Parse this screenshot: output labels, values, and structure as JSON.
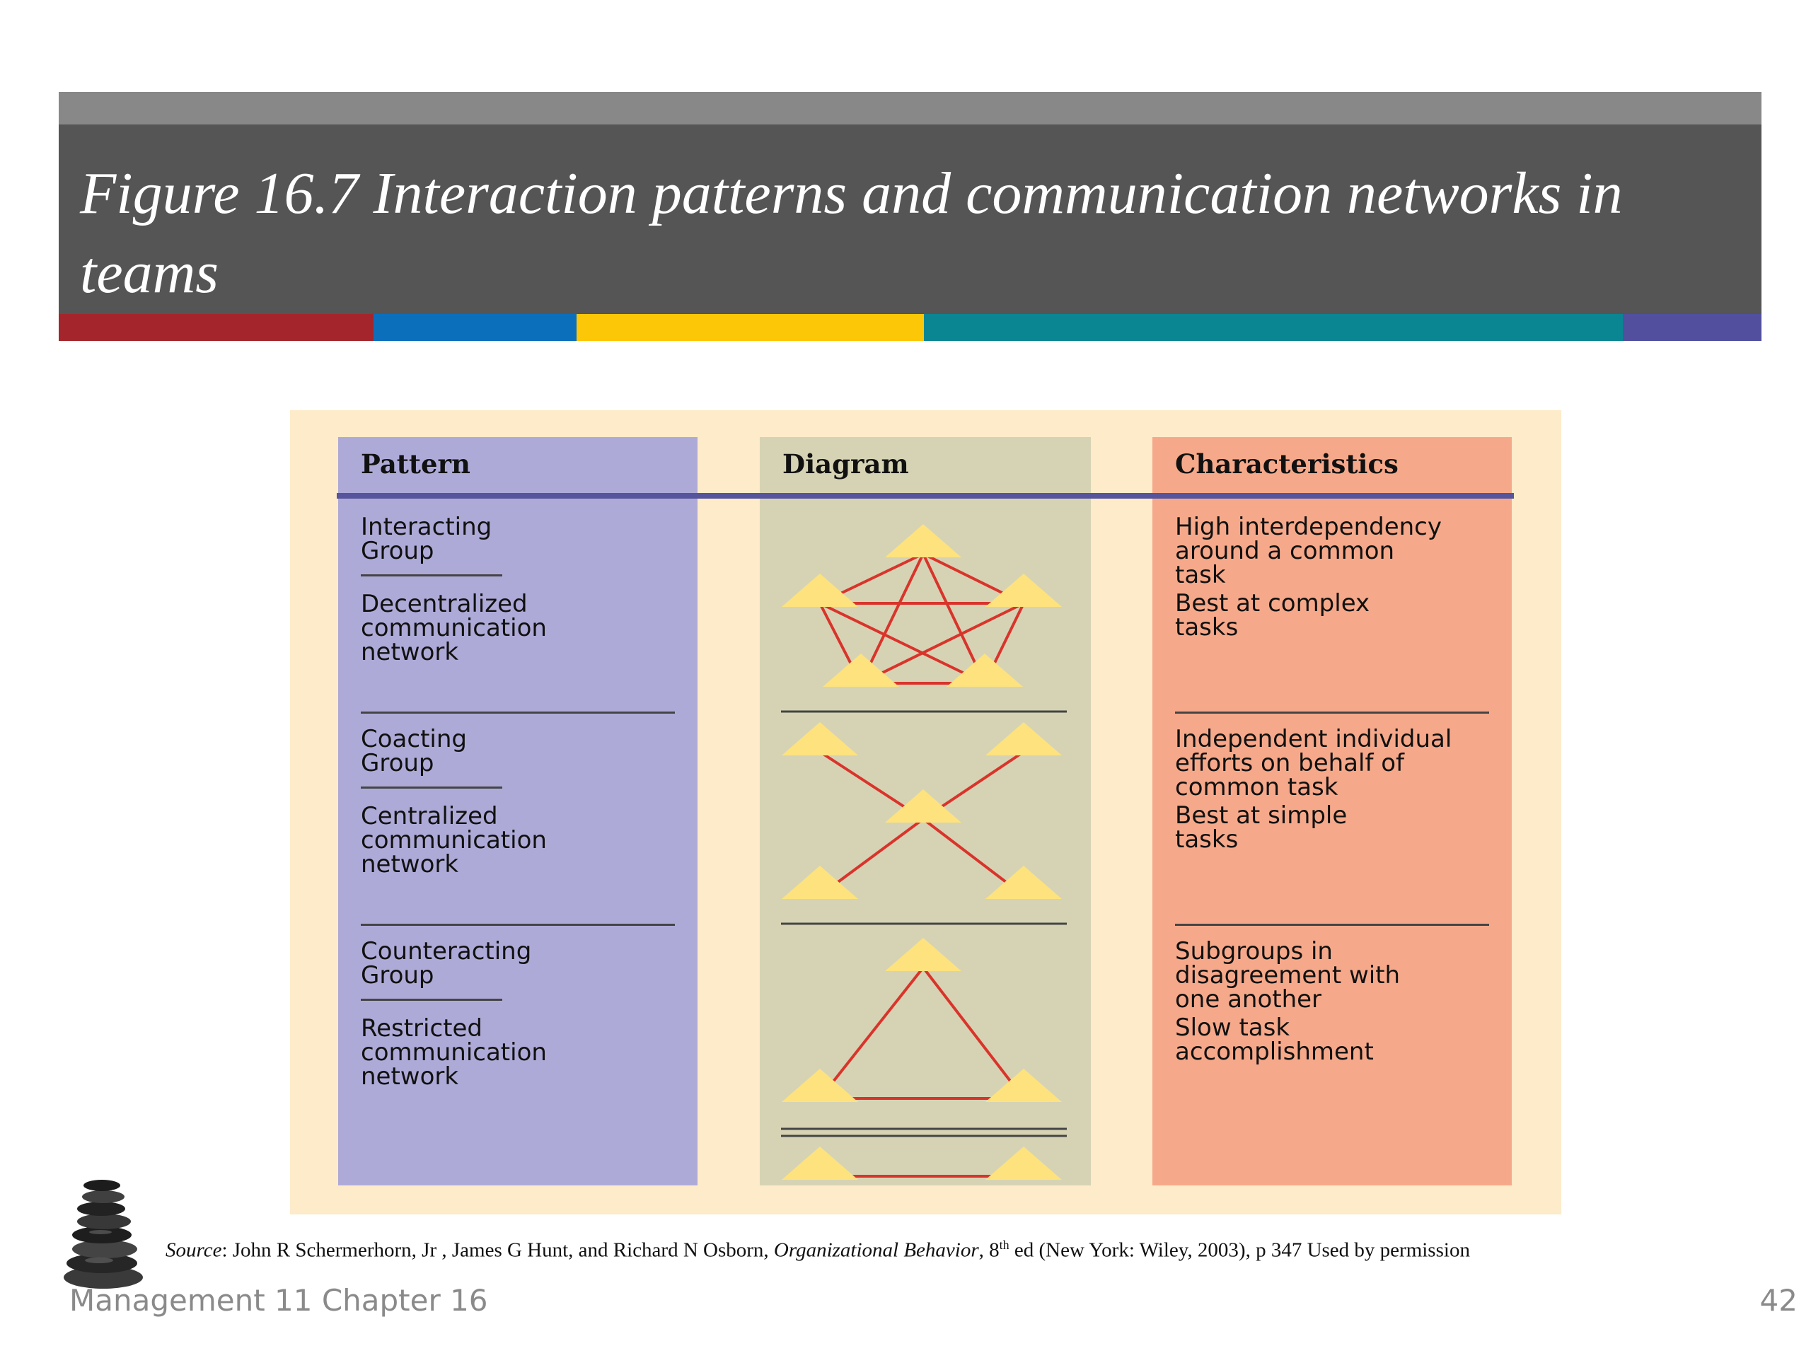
{
  "slide": {
    "title": "Figure 16.7 Interaction patterns and communication networks in teams",
    "colors": {
      "title_bg": "#555555",
      "title_top": "#888888",
      "strip": [
        "#a4262c",
        "#0b6fbc",
        "#fcc707",
        "#0a8692",
        "#514f9e"
      ]
    }
  },
  "figure": {
    "headers": {
      "pattern": "Pattern",
      "diagram": "Diagram",
      "characteristics": "Characteristics"
    },
    "rows": [
      {
        "group": "Interacting\nGroup",
        "network": "Decentralized\ncommunication\nnetwork",
        "char_1": "High interdependency\naround a common\ntask",
        "char_2": "Best at complex\ntasks",
        "diagram": "decentralized-network"
      },
      {
        "group": "Coacting\nGroup",
        "network": "Centralized\ncommunication\nnetwork",
        "char_1": "Independent individual\nefforts on behalf of\ncommon task",
        "char_2": "Best at simple\ntasks",
        "diagram": "centralized-network"
      },
      {
        "group": "Counteracting\nGroup",
        "network": "Restricted\ncommunication\nnetwork",
        "char_1": "Subgroups in\ndisagreement with\none another",
        "char_2": "Slow task\naccomplishment",
        "diagram": "restricted-network"
      }
    ],
    "diagram_colors": {
      "node": "#fde27e",
      "link": "#d9342b"
    }
  },
  "source": {
    "label": "Source",
    "text_1": ": John R  Schermerhorn, Jr , James G  Hunt, and Richard N  Osborn, ",
    "book": "Organizational Behavior",
    "text_2": ", 8",
    "sup": "th",
    "text_3": " ed  (New York: Wiley, 2003), p  347  Used by permission"
  },
  "footer": {
    "course": "Management 11  Chapter 16",
    "page": "42"
  }
}
